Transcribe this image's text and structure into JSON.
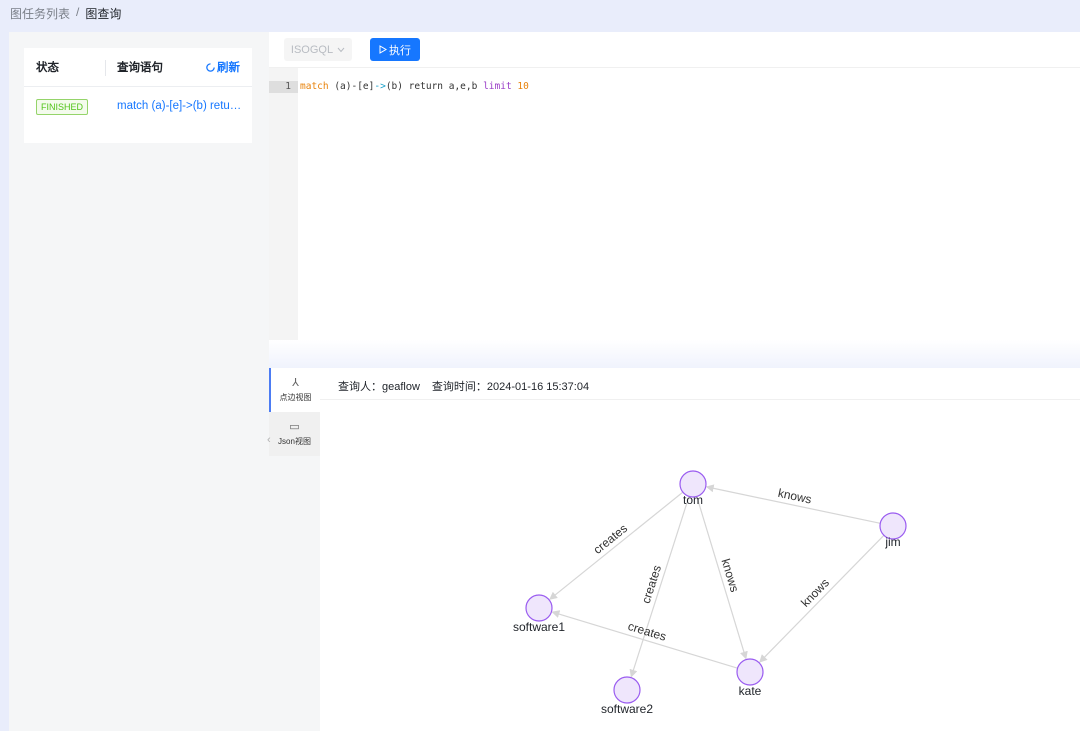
{
  "breadcrumb": {
    "parent": "图任务列表",
    "separator": "/",
    "current": "图查询"
  },
  "task_list": {
    "col_status": "状态",
    "col_query": "查询语句",
    "refresh_label": "刷新",
    "rows": [
      {
        "status": "FINISHED",
        "query": "match (a)-[e]->(b) return a,e,b limit 10"
      }
    ]
  },
  "toolbar": {
    "language": "ISOGQL",
    "run_label": "执行"
  },
  "editor": {
    "line_number": "1"
  },
  "result": {
    "tabs": [
      {
        "label": "点边视图",
        "icon": "graph-icon"
      },
      {
        "label": "Json视图",
        "icon": "book-icon"
      }
    ],
    "query_user_label": "查询人：",
    "query_user": "geaflow",
    "query_time_label": "查询时间：",
    "query_time": "2024-01-16 15:37:04"
  },
  "graph": {
    "nodes": [
      "tom",
      "jim",
      "software1",
      "kate",
      "software2"
    ],
    "edges": [
      {
        "from": "jim",
        "to": "tom",
        "label": "knows"
      },
      {
        "from": "tom",
        "to": "software1",
        "label": "creates"
      },
      {
        "from": "tom",
        "to": "software2",
        "label": "creates"
      },
      {
        "from": "tom",
        "to": "kate",
        "label": "knows"
      },
      {
        "from": "jim",
        "to": "kate",
        "label": "knows"
      },
      {
        "from": "kate",
        "to": "software1",
        "label": "creates"
      }
    ]
  },
  "colors": {
    "accent": "#1677ff",
    "node_fill": "#efe6fc",
    "node_stroke": "#9a5cf0",
    "edge": "#d6d6d6",
    "finished": "#52c41a"
  }
}
